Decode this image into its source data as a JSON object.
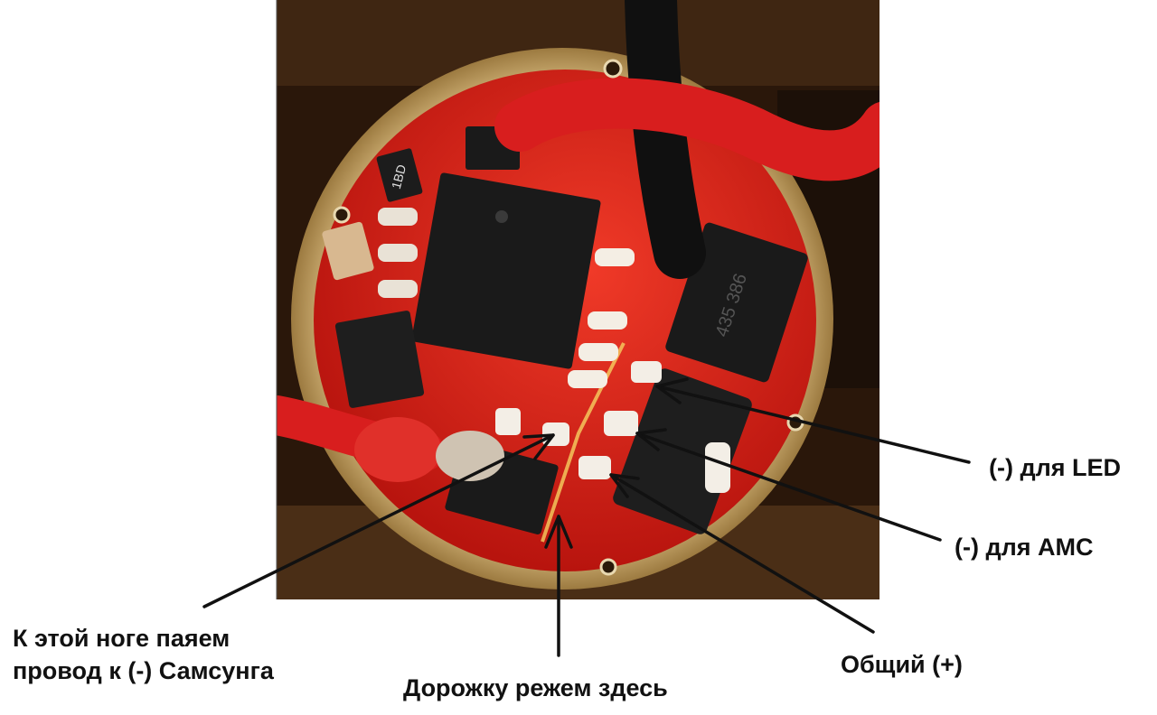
{
  "photo": {
    "subject": "driver-board-photo",
    "chip_marking_left": "1BD",
    "chip_marking_right": "435 386"
  },
  "annotations": {
    "led_negative": "(-) для LED",
    "amc_negative": "(-) для АМС",
    "common_positive": "Общий (+)",
    "cut_trace": "Дорожку режем здесь",
    "solder_leg_line1": "К этой ноге паяем",
    "solder_leg_line2": "провод к (-) Самсунга"
  },
  "colors": {
    "arrow": "#111111",
    "board_red": "#d8201a",
    "ring_gold": "#c8a668",
    "background_brown": "#3a2210"
  }
}
